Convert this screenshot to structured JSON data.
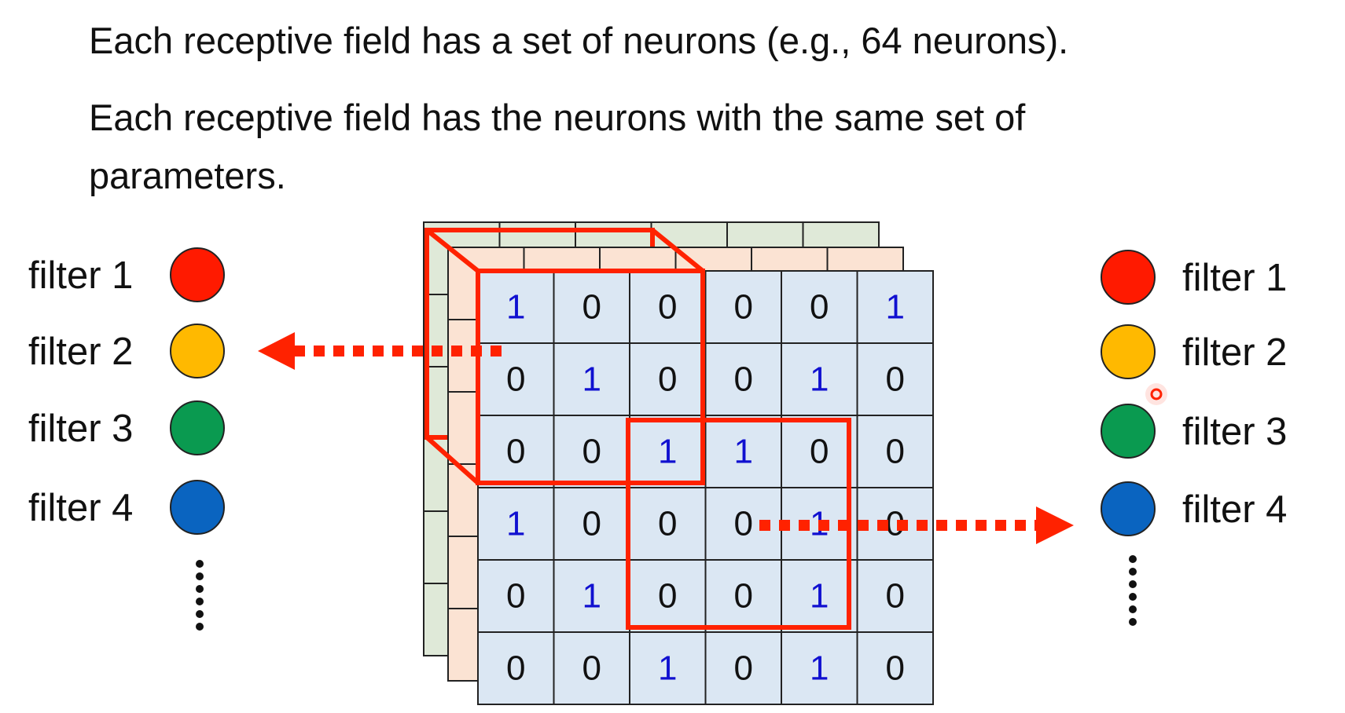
{
  "text": {
    "line1": "Each receptive field has a set of neurons (e.g., 64 neurons).",
    "line2": "Each receptive field has the neurons with the same set of",
    "line3": "parameters."
  },
  "filters_left": [
    {
      "label": "filter 1",
      "color": "#ff1a00"
    },
    {
      "label": "filter 2",
      "color": "#ffb900"
    },
    {
      "label": "filter 3",
      "color": "#0a9a50"
    },
    {
      "label": "filter 4",
      "color": "#0a64c0"
    }
  ],
  "filters_right": [
    {
      "label": "filter 1",
      "color": "#ff1a00"
    },
    {
      "label": "filter 2",
      "color": "#ffb900"
    },
    {
      "label": "filter 3",
      "color": "#0a9a50"
    },
    {
      "label": "filter 4",
      "color": "#0a64c0"
    }
  ],
  "grid": {
    "values": [
      [
        1,
        0,
        0,
        0,
        0,
        1
      ],
      [
        0,
        1,
        0,
        0,
        1,
        0
      ],
      [
        0,
        0,
        1,
        1,
        0,
        0
      ],
      [
        1,
        0,
        0,
        0,
        1,
        0
      ],
      [
        0,
        1,
        0,
        0,
        1,
        0
      ],
      [
        0,
        0,
        1,
        0,
        1,
        0
      ]
    ],
    "one_color": "#1010d0",
    "zero_color": "#111111",
    "front_fill": "#dbe7f3",
    "middle_fill": "#fbe3d3",
    "back_fill": "#dfe9d8"
  },
  "accent": "#ff2200"
}
